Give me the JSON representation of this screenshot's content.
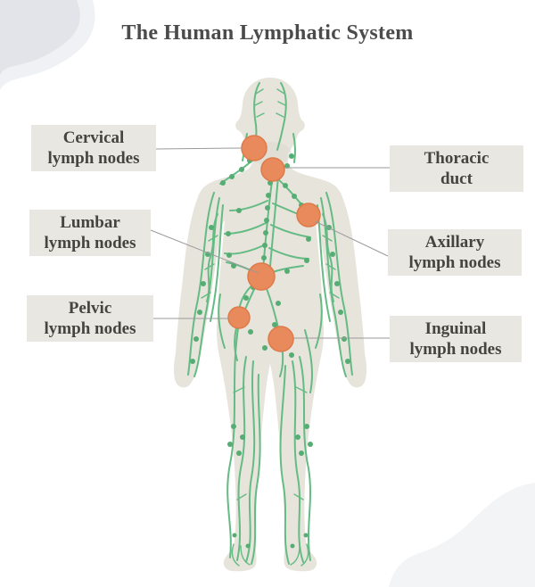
{
  "title": "The Human Lymphatic System",
  "labels": {
    "cervical": {
      "line1": "Cervical",
      "line2": "lymph nodes"
    },
    "thoracic": {
      "line1": "Thoracic",
      "line2": "duct"
    },
    "lumbar": {
      "line1": "Lumbar",
      "line2": "lymph nodes"
    },
    "axillary": {
      "line1": "Axillary",
      "line2": "lymph nodes"
    },
    "pelvic": {
      "line1": "Pelvic",
      "line2": "lymph nodes"
    },
    "inguinal": {
      "line1": "Inguinal",
      "line2": "lymph nodes"
    }
  },
  "colors": {
    "vessel_green": "#64bb83",
    "bead_green": "#55ad74",
    "node_orange": "#e98a5c",
    "node_orange_rim": "#dd7a48",
    "body_fill": "#e7e4dc",
    "label_background": "#e9e7e1",
    "connector_gray": "#9a9a9a",
    "title_color": "#4b4b4b",
    "corner_blob_dark": "#e2e4e9",
    "corner_blob_light": "#eff1f4"
  }
}
